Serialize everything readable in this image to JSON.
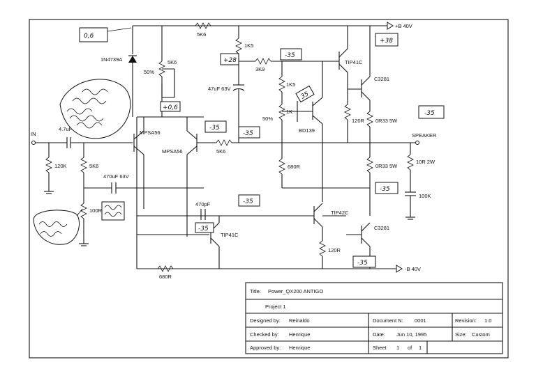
{
  "diagram": {
    "supply": {
      "positive": "+B 40V",
      "negative": "-B 40V"
    },
    "input": "IN",
    "output": "SPEAKER",
    "components": {
      "r_top_feedback": "5K6",
      "zener": "1N4739A",
      "pot_bias": "5K6",
      "pot_bias_pct": "50%",
      "r_1k5_top": "1K5",
      "r_3k9": "3K9",
      "cap_47u": "47uF 63V",
      "tr_driver_top": "TIP41C",
      "tr_out_top": "C3281",
      "r_1k5_vbe": "1K5",
      "pot_1k": "1K",
      "pot_1k_pct": "50%",
      "tr_bd139": "BD139",
      "r_120r_top": "120R",
      "r_emit_top": "0R33 5W",
      "r_emit_bot": "0R33 5W",
      "r_zobel": "10R 2W",
      "c_zobel": "100K",
      "cap_in": "4.7uF 63V",
      "r_120k": "120K",
      "r_5k6_base": "5K6",
      "q_diff_left": "MPSA56",
      "q_diff_right": "MPSA56",
      "r_5k6_fb": "5K6",
      "r_680r_mid": "680R",
      "cap_470u": "470uF 63V",
      "r_100r": "100R",
      "cap_470p": "470pF",
      "tr_vas": "TIP41C",
      "tr_driver_bot": "TIP42C",
      "r_120r_bot": "120R",
      "tr_out_bot": "C3281",
      "r_680r_bot": "680R"
    },
    "notes": {
      "n_06": "0,6",
      "n_plus28": "+28",
      "n_minus35_a": "-35",
      "n_plus38": "+38",
      "n_plus06": "+0,6",
      "n_minus35_b": "-35",
      "n_minus35_c": "-35",
      "n_minus35_d": "-35",
      "n_minus35_e": "-35",
      "n_minus35_f": "-35",
      "n_minus35_g": "-35",
      "n_minus35_h": "-35",
      "n_35": "35"
    }
  },
  "title_block": {
    "title_label": "Title:",
    "title_value": "Power_QX200 ANTIGO",
    "project": "Project 1",
    "designed_by_label": "Designed by:",
    "designed_by": "Reinaldo",
    "checked_by_label": "Checked by:",
    "checked_by": "Henrique",
    "approved_by_label": "Approved by:",
    "approved_by": "Henrique",
    "document_label": "Document N:",
    "document": "0001",
    "date_label": "Date:",
    "date": "Jun 10, 1995",
    "sheet_label": "Sheet",
    "sheet": "1",
    "of_label": "of",
    "of": "1",
    "revision_label": "Revision:",
    "revision": "1.0",
    "size_label": "Size:",
    "size": "Custom"
  }
}
